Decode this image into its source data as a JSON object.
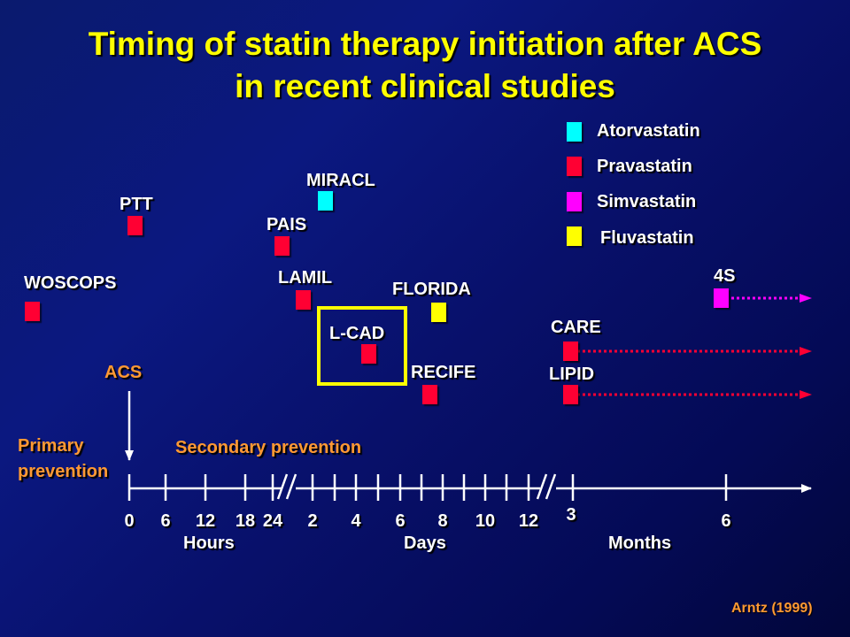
{
  "title": {
    "line1": "Timing of statin therapy initiation after ACS",
    "line2": "in recent clinical studies"
  },
  "colors": {
    "atorvastatin": "#00ffff",
    "pravastatin": "#ff0033",
    "simvastatin": "#ff00ff",
    "fluvastatin": "#ffff00",
    "title": "#ffff00",
    "accent": "#ff9933",
    "highlight_box": "#ffff00"
  },
  "legend": [
    {
      "label": "Atorvastatin"
    },
    {
      "label": "Pravastatin"
    },
    {
      "label": "Simvastatin"
    },
    {
      "label": "Fluvastatin"
    }
  ],
  "studies": {
    "woscops": "WOSCOPS",
    "ptt": "PTT",
    "pais": "PAIS",
    "miracl": "MIRACL",
    "lamil": "LAMIL",
    "lcad": "L-CAD",
    "florida": "FLORIDA",
    "recife": "RECIFE",
    "care": "CARE",
    "lipid": "LIPID",
    "s4": "4S"
  },
  "annotations": {
    "acs": "ACS",
    "primary_prevention_line1": "Primary",
    "primary_prevention_line2": "prevention",
    "secondary_prevention": "Secondary prevention"
  },
  "axis": {
    "hour_ticks": [
      "0",
      "6",
      "12",
      "18",
      "24"
    ],
    "day_ticks": [
      "2",
      "4",
      "6",
      "8",
      "10",
      "12"
    ],
    "month_ticks": [
      "3",
      "6"
    ],
    "unit_hours": "Hours",
    "unit_days": "Days",
    "unit_months": "Months"
  },
  "credit": "Arntz (1999)"
}
